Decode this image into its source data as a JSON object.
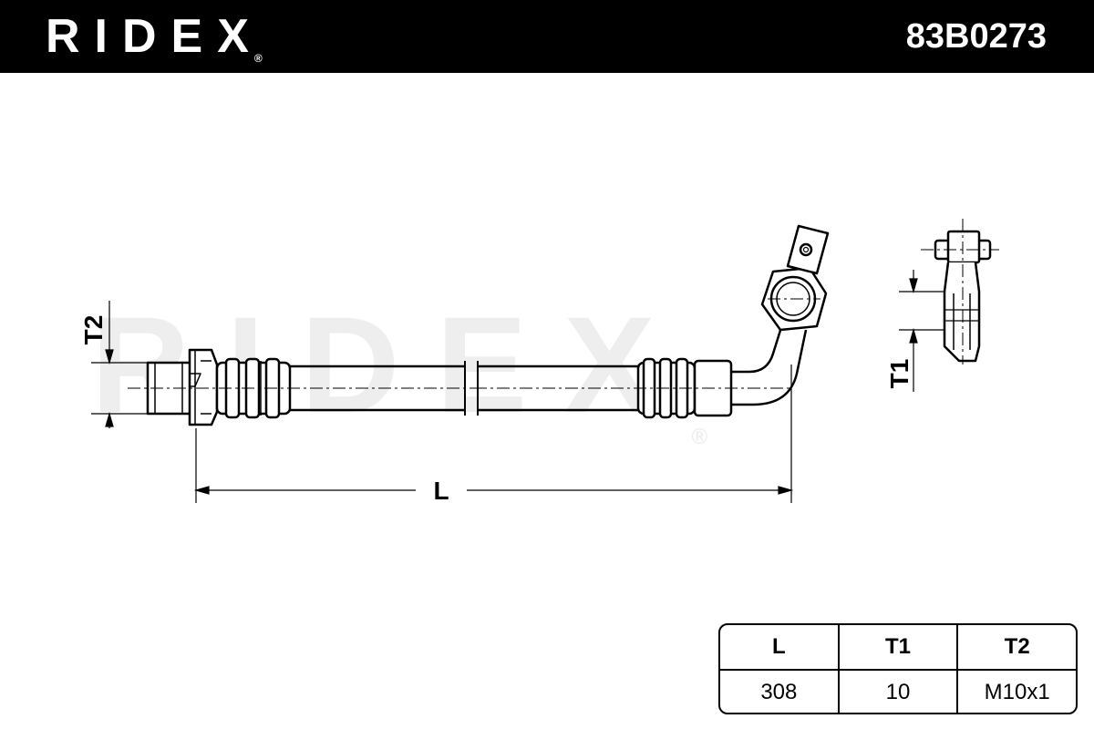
{
  "header": {
    "brand": "RIDEX",
    "registered_mark": "®",
    "part_number": "83B0273"
  },
  "watermark": {
    "text": "RIDEX",
    "registered_mark": "®"
  },
  "dimensions": {
    "length_label": "L",
    "thread1_label": "T1",
    "thread2_label": "T2"
  },
  "spec_table": {
    "headers": [
      "L",
      "T1",
      "T2"
    ],
    "values": [
      "308",
      "10",
      "M10x1"
    ]
  },
  "colors": {
    "header_bg": "#000000",
    "header_text": "#ffffff",
    "line": "#000000",
    "watermark": "#eeeeee"
  }
}
